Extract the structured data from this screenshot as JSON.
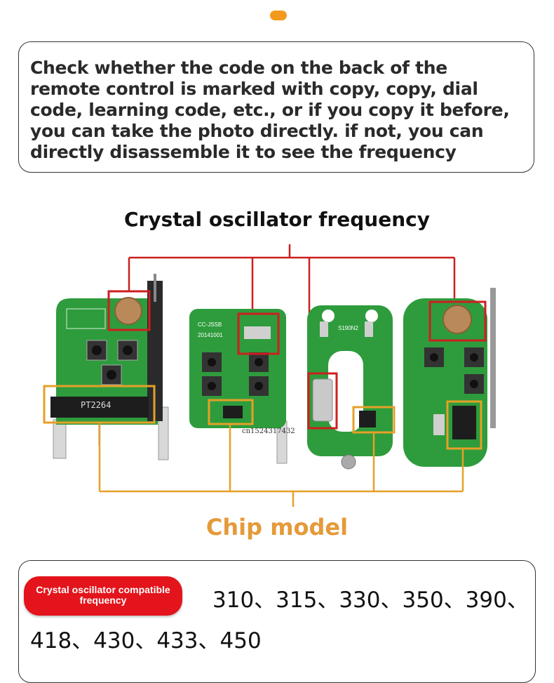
{
  "notice": {
    "text": "Check whether the code on the back of the remote control is marked with copy, copy, dial code, learning code, etc., or if you copy it before, you can take the photo directly. if not, you can directly disassemble it to see the frequency"
  },
  "headings": {
    "crystal": "Crystal oscillator frequency",
    "chip": "Chip model"
  },
  "boards": {
    "chip_label": "PT2264",
    "board2_model": "CC-JSSB",
    "board2_date": "20141001",
    "board3_crystal_label": "S190N2",
    "watermark": "cn1524317432"
  },
  "frequency": {
    "badge": "Crystal oscillator compatible frequency",
    "line1": "310、315、330、350、390、",
    "line2": "418、430、433、450"
  },
  "colors": {
    "red_frame": "#cc1f1f",
    "orange_frame": "#e6a028",
    "pcb_green": "#2e9c3c",
    "badge_red": "#e3141b"
  }
}
